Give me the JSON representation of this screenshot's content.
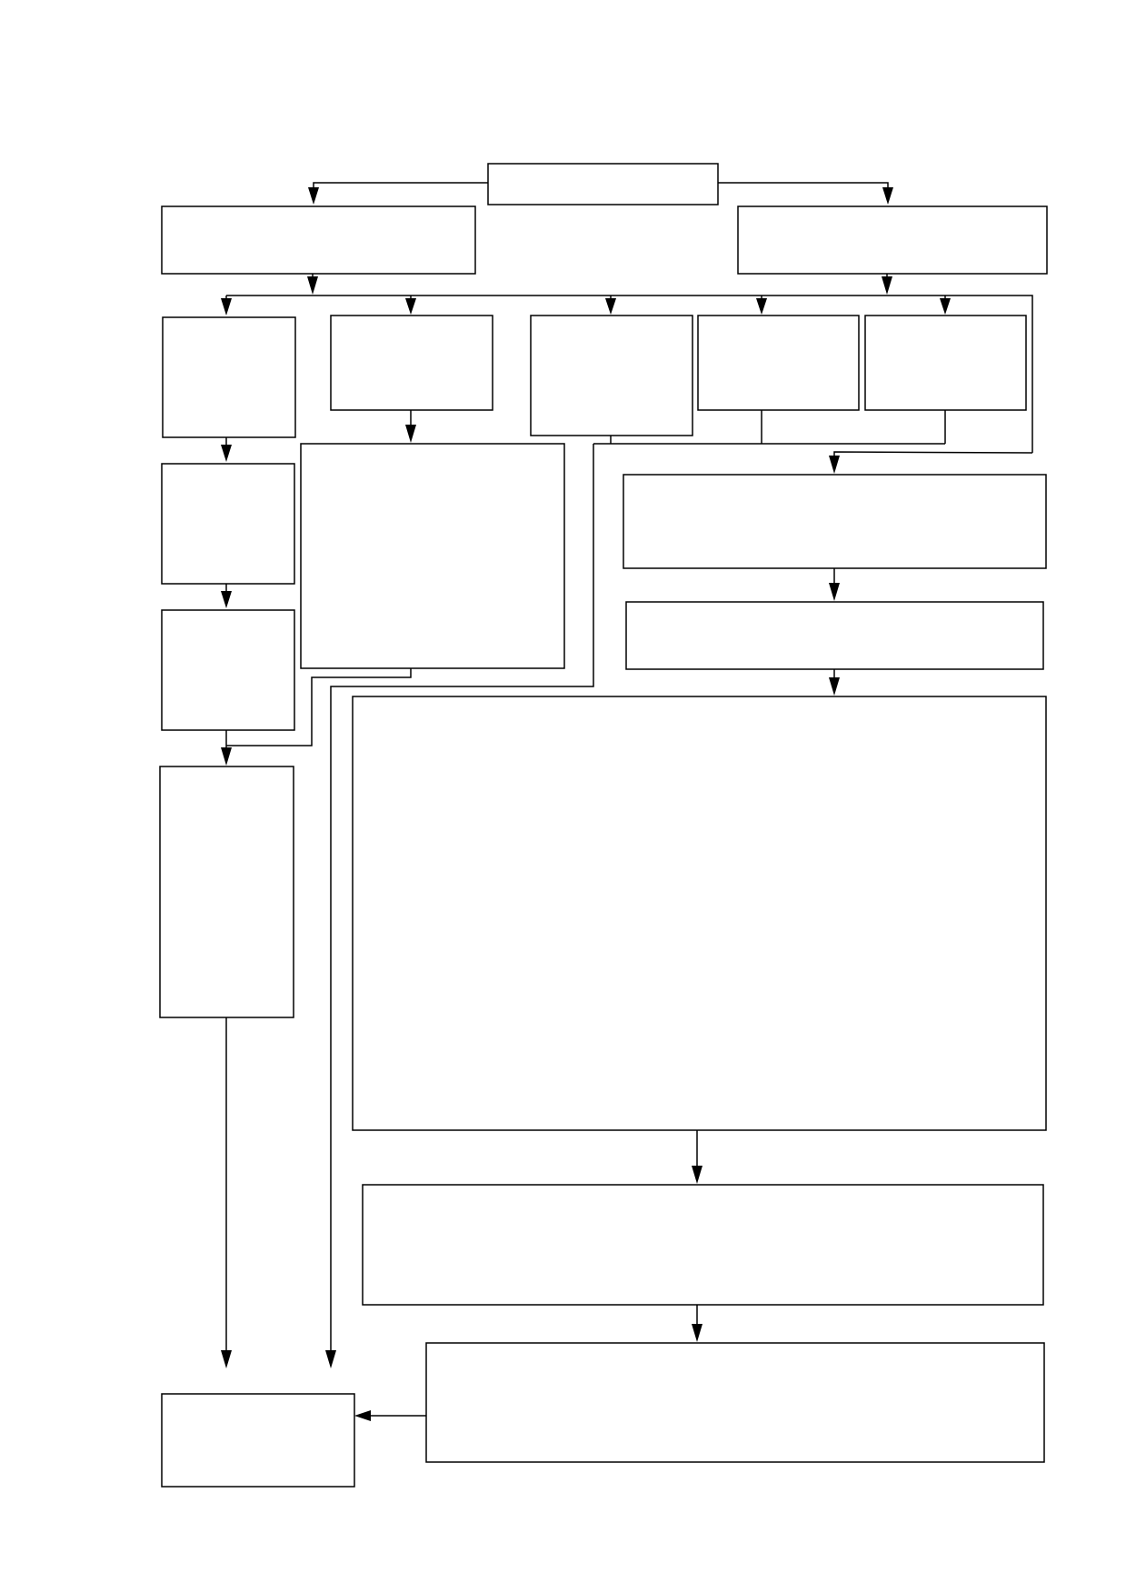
{
  "diagram": {
    "type": "flowchart",
    "line_color": "#000000",
    "box_fill": "#ffffff",
    "boxes": [
      {
        "id": "top-box",
        "text": ""
      },
      {
        "id": "left-header-box",
        "text": ""
      },
      {
        "id": "right-header-box",
        "text": ""
      },
      {
        "id": "branch-box-1",
        "text": ""
      },
      {
        "id": "branch-box-2",
        "text": ""
      },
      {
        "id": "branch-box-3",
        "text": ""
      },
      {
        "id": "branch-box-4",
        "text": ""
      },
      {
        "id": "branch-box-5",
        "text": ""
      },
      {
        "id": "left-step-box-1",
        "text": ""
      },
      {
        "id": "left-step-box-2",
        "text": ""
      },
      {
        "id": "left-tall-box",
        "text": ""
      },
      {
        "id": "center-large-box",
        "text": ""
      },
      {
        "id": "right-step-box-1",
        "text": ""
      },
      {
        "id": "right-step-box-2",
        "text": ""
      },
      {
        "id": "right-large-box",
        "text": ""
      },
      {
        "id": "right-step-box-3",
        "text": ""
      },
      {
        "id": "right-step-box-4",
        "text": ""
      },
      {
        "id": "final-box",
        "text": ""
      }
    ]
  }
}
